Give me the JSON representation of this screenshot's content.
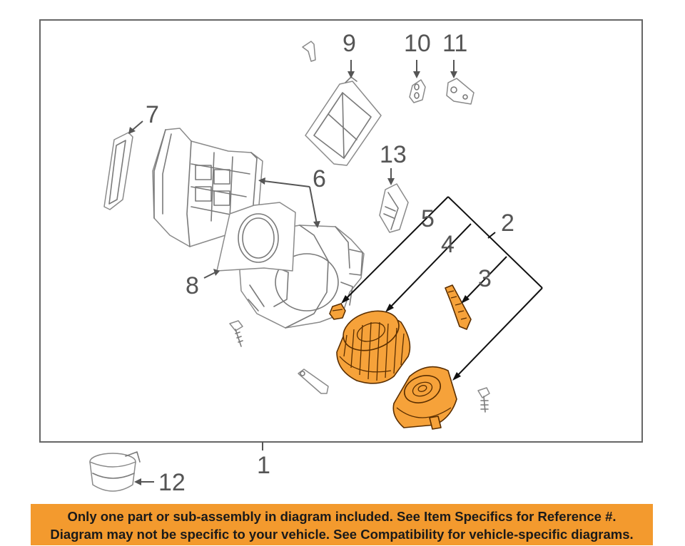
{
  "callouts": {
    "c1": "1",
    "c2": "2",
    "c3": "3",
    "c4": "4",
    "c5": "5",
    "c6": "6",
    "c7": "7",
    "c8": "8",
    "c9": "9",
    "c10": "10",
    "c11": "11",
    "c12": "12",
    "c13": "13"
  },
  "disclaimer": {
    "line1": "Only one part or sub-assembly in diagram included. See Item Specifics for Reference #.",
    "line2": "Diagram may not be specific to your vehicle. See Compatibility for vehicle-specific diagrams."
  },
  "colors": {
    "highlight_part": "#f6a23a",
    "disclaimer_background": "#f39a2e",
    "line_art": "#7a7a7a"
  }
}
